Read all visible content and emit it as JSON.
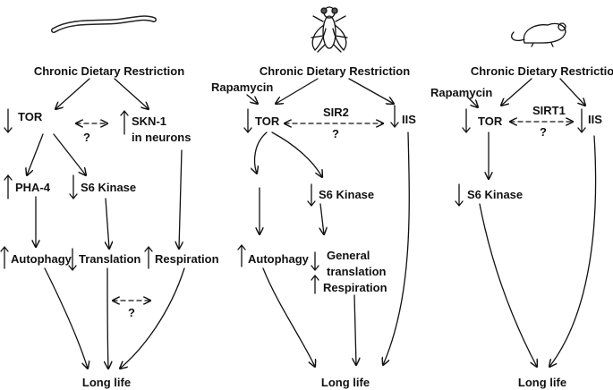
{
  "worm": {
    "title": "Chronic Dietary Restriction",
    "tor": "TOR",
    "skn1": "SKN-1",
    "skn1_sub": "in neurons",
    "q1": "?",
    "pha4": "PHA-4",
    "s6k": "S6 Kinase",
    "autophagy": "Autophagy",
    "translation": "Translation",
    "respiration": "Respiration",
    "q2": "?",
    "longlife": "Long life"
  },
  "fly": {
    "title": "Chronic Dietary Restriction",
    "rapamycin": "Rapamycin",
    "tor": "TOR",
    "sir2": "SIR2",
    "q": "?",
    "iis": "IIS",
    "s6k": "S6 Kinase",
    "autophagy": "Autophagy",
    "general": "General",
    "translation": "translation",
    "respiration": "Respiration",
    "longlife": "Long life"
  },
  "mouse": {
    "title": "Chronic Dietary Restriction",
    "rapamycin": "Rapamycin",
    "tor": "TOR",
    "sirt1": "SIRT1",
    "q": "?",
    "iis": "IIS",
    "s6k": "S6 Kinase",
    "longlife": "Long life"
  },
  "icons": [
    "worm-icon",
    "fly-icon",
    "mouse-icon"
  ],
  "colors": {
    "ink": "#111111",
    "background": "#ffffff"
  }
}
